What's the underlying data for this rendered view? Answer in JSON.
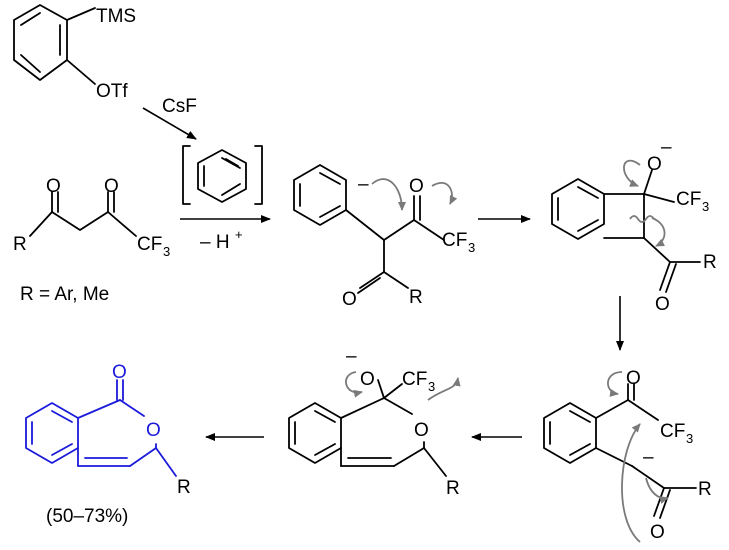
{
  "labels": {
    "tms": "TMS",
    "otf": "OTf",
    "csf": "CsF",
    "minus_h": "– H",
    "plus": "+",
    "o": "O",
    "r": "R",
    "cf": "CF",
    "three": "3",
    "minus": "–",
    "r_def": "R = Ar, Me",
    "yield": "(50–73%)"
  },
  "colors": {
    "product": "#1a1adb",
    "curly_arrow": "#7a7a7a"
  }
}
